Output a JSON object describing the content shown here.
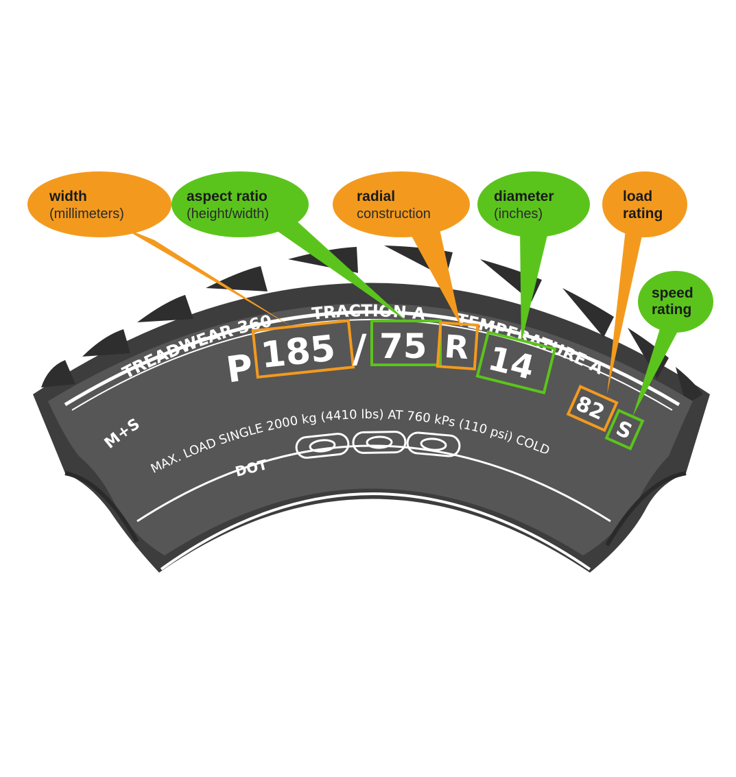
{
  "callouts": {
    "width": {
      "title": "width",
      "subtitle": "(millimeters)",
      "color": "#f39a1e"
    },
    "aspect_ratio": {
      "title": "aspect ratio",
      "subtitle": "(height/width)",
      "color": "#5bc41c"
    },
    "radial": {
      "title": "radial",
      "subtitle": "construction",
      "color": "#f39a1e"
    },
    "diameter": {
      "title": "diameter",
      "subtitle": "(inches)",
      "color": "#5bc41c"
    },
    "load": {
      "title": "load",
      "subtitle": "rating",
      "color": "#f39a1e"
    },
    "speed": {
      "title": "speed",
      "subtitle": "rating",
      "color": "#5bc41c"
    }
  },
  "tire_markings": {
    "treadwear": "TREADWEAR 360",
    "traction": "TRACTION A",
    "temperature": "TEMPERATURE A",
    "prefix": "P",
    "width_value": "185",
    "slash": "/",
    "aspect_value": "75",
    "construction_value": "R",
    "diameter_value": "14",
    "load_value": "82",
    "speed_value": "S",
    "mud_snow": "M+S",
    "max_load": "MAX. LOAD SINGLE 2000 kg (4410 lbs) AT 760 kPs (110 psi) COLD",
    "dot": "DOT"
  },
  "colors": {
    "tire": "#4a4a4a",
    "tire_dark": "#2f2f2f",
    "stripe": "#ffffff",
    "orange": "#f39a1e",
    "green": "#5bc41c"
  }
}
